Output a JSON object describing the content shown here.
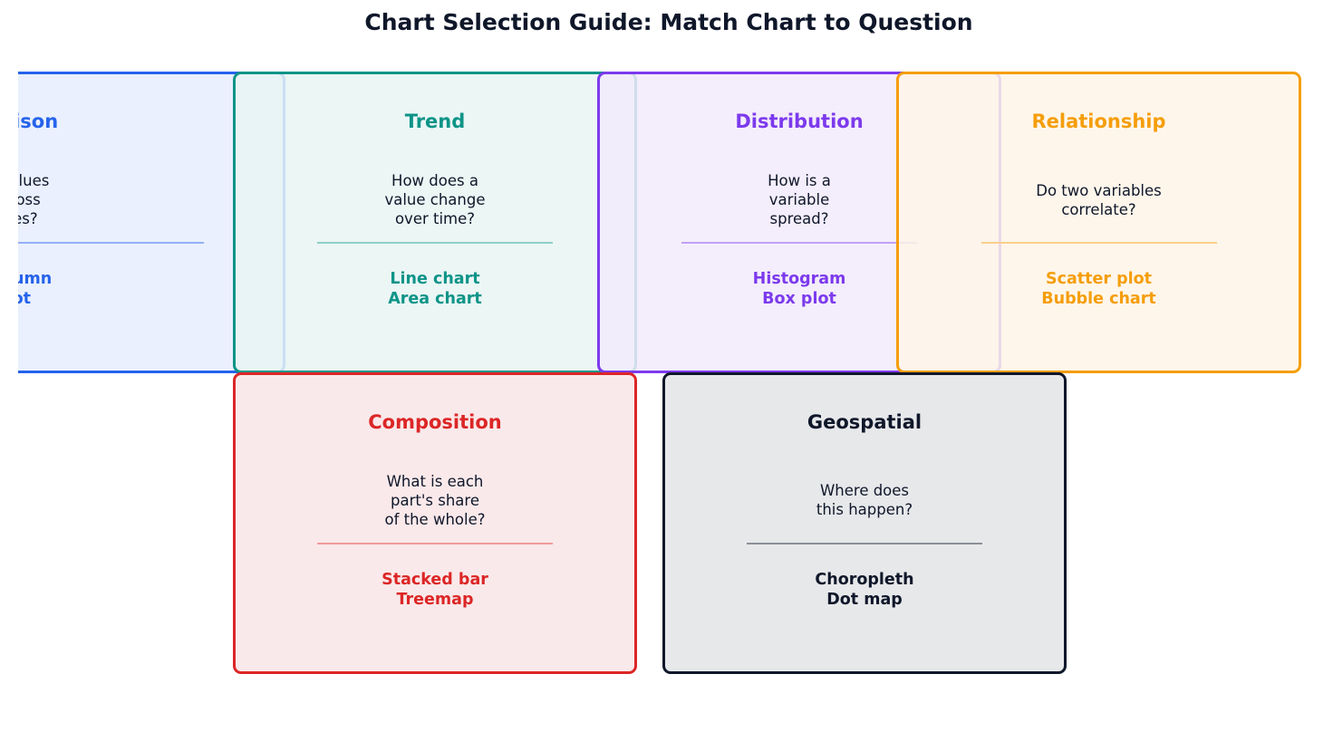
{
  "title": "Chart Selection Guide: Match Chart to Question",
  "cards": [
    {
      "id": "comparison",
      "heading": "Comparison",
      "question": "How do values\ndiffer across\ncategories?",
      "charts": "Bar / Column\nDot plot",
      "color": "#2563eb",
      "fill": "#eaf0fd",
      "rule": "#93b1f5"
    },
    {
      "id": "trend",
      "heading": "Trend",
      "question": "How does a\nvalue change\nover time?",
      "charts": "Line chart\nArea chart",
      "color": "#0d9488",
      "fill": "#e7f4f3",
      "rule": "#8fcfc8"
    },
    {
      "id": "distribution",
      "heading": "Distribution",
      "question": "How is a\nvariable\nspread?",
      "charts": "Histogram\nBox plot",
      "color": "#7c3aed",
      "fill": "#f2ebfc",
      "rule": "#c1a0f4"
    },
    {
      "id": "relationship",
      "heading": "Relationship",
      "question": "Do two variables\ncorrelate?",
      "charts": "Scatter plot\nBubble chart",
      "color": "#f59e0b",
      "fill": "#fef4e8",
      "rule": "#f9cf8a"
    },
    {
      "id": "composition",
      "heading": "Composition",
      "question": "What is each\npart's share\nof the whole?",
      "charts": "Stacked bar\nTreemap",
      "color": "#dc2626",
      "fill": "#fae9ea",
      "rule": "#f09a9a"
    },
    {
      "id": "geospatial",
      "heading": "Geospatial",
      "question": "Where does\nthis happen?",
      "charts": "Choropleth\nDot map",
      "color": "#0f172a",
      "fill": "#e7e8ea",
      "rule": "#8a8f96"
    }
  ]
}
